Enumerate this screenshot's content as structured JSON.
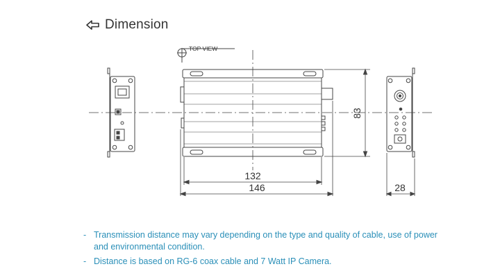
{
  "heading": {
    "title": "Dimension",
    "icon": "back-arrow-icon",
    "color": "#333333"
  },
  "drawing": {
    "view_label": "TOP VIEW",
    "dimensions": {
      "height": "83",
      "inner_width": "132",
      "outer_width": "146",
      "depth": "28"
    },
    "line_color": "#444444"
  },
  "notes": [
    {
      "bullet": "-",
      "text": "Transmission distance may vary depending on the type and quality of cable, use of power and environmental condition."
    },
    {
      "bullet": "-",
      "text": "Distance is based on RG-6 coax cable and 7 Watt IP Camera."
    }
  ],
  "notes_color": "#2a8fb8"
}
